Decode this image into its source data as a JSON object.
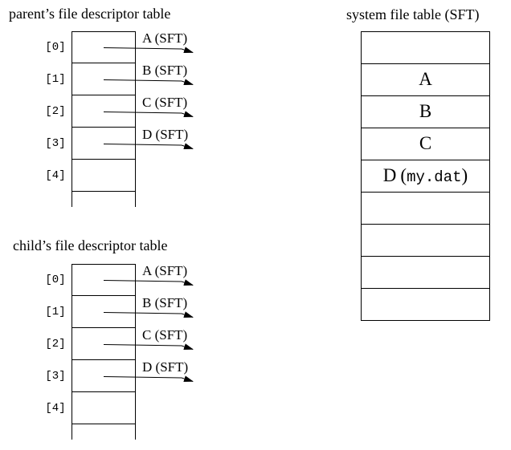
{
  "colors": {
    "background": "#ffffff",
    "ink": "#000000"
  },
  "parent_table": {
    "title": "parent’s file descriptor table",
    "rows": [
      {
        "index": "[0]",
        "arrow_label": "A (SFT)"
      },
      {
        "index": "[1]",
        "arrow_label": "B (SFT)"
      },
      {
        "index": "[2]",
        "arrow_label": "C (SFT)"
      },
      {
        "index": "[3]",
        "arrow_label": "D (SFT)"
      },
      {
        "index": "[4]",
        "arrow_label": ""
      }
    ]
  },
  "child_table": {
    "title": "child’s file descriptor table",
    "rows": [
      {
        "index": "[0]",
        "arrow_label": "A (SFT)"
      },
      {
        "index": "[1]",
        "arrow_label": "B (SFT)"
      },
      {
        "index": "[2]",
        "arrow_label": "C (SFT)"
      },
      {
        "index": "[3]",
        "arrow_label": "D (SFT)"
      },
      {
        "index": "[4]",
        "arrow_label": ""
      }
    ]
  },
  "system_file_table": {
    "title": "system file table (SFT)",
    "rows": [
      {
        "label": ""
      },
      {
        "label": "A"
      },
      {
        "label": "B"
      },
      {
        "label": "C"
      },
      {
        "label": "D",
        "paren_open": "(",
        "file": "my.dat",
        "paren_close": ")"
      },
      {
        "label": ""
      },
      {
        "label": ""
      },
      {
        "label": ""
      },
      {
        "label": ""
      }
    ]
  }
}
